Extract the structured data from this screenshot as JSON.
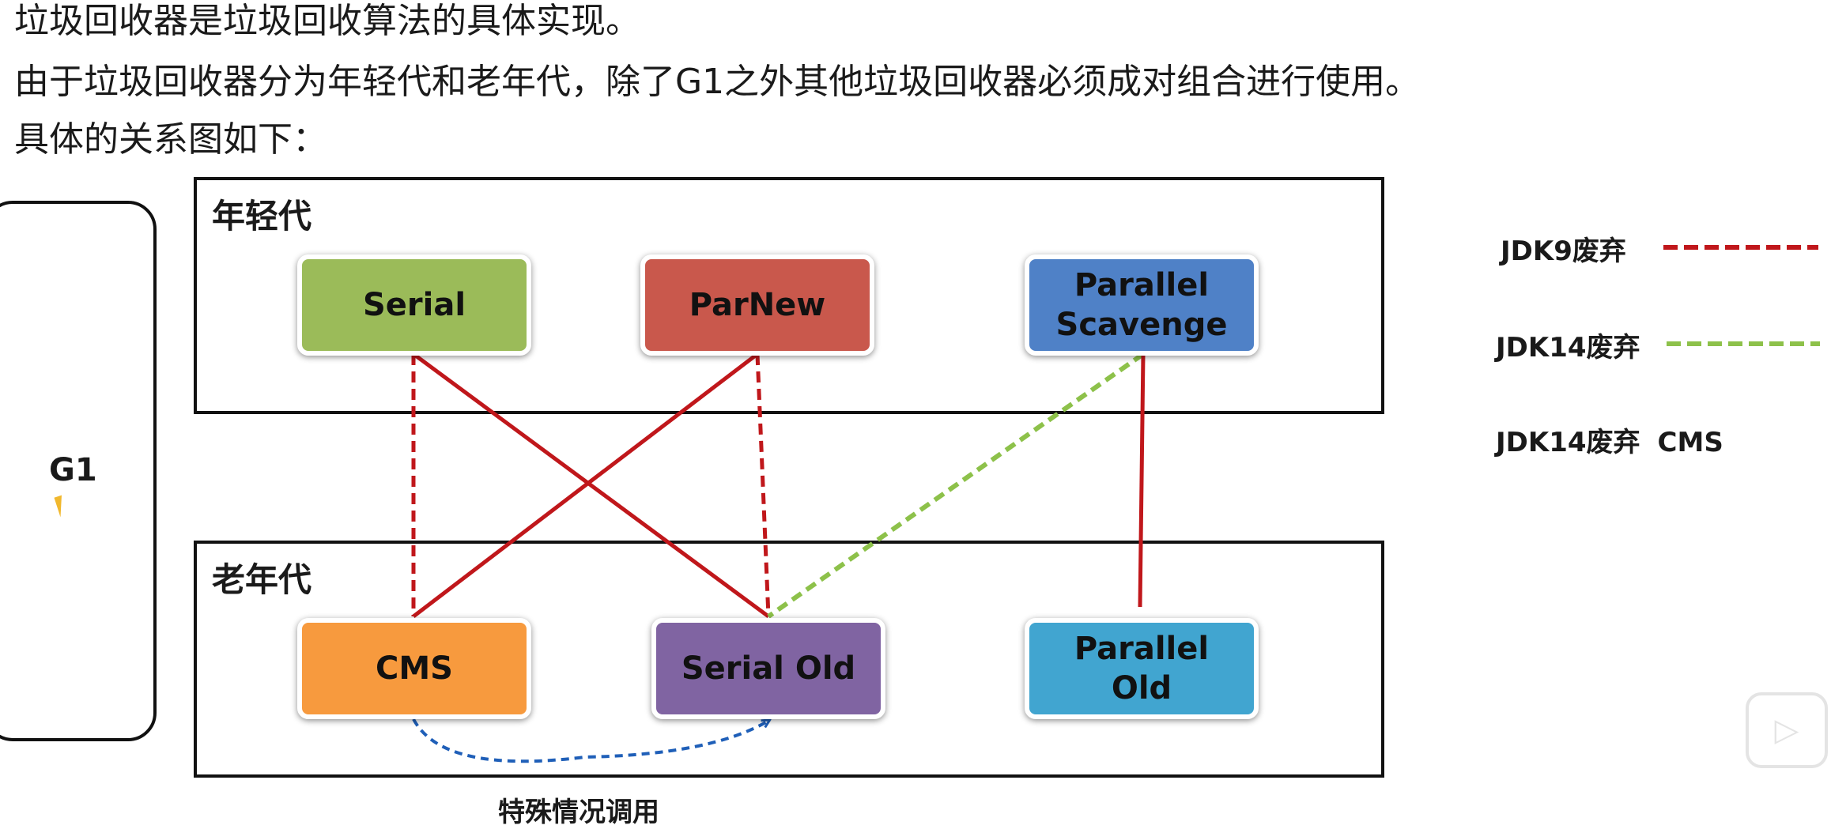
{
  "intro": {
    "line1": "垃圾回收器是垃圾回收算法的具体实现。",
    "line2": "由于垃圾回收器分为年轻代和老年代，除了G1之外其他垃圾回收器必须成对组合进行使用。",
    "line3": "具体的关系图如下："
  },
  "young_generation": {
    "title": "年轻代",
    "collectors": [
      {
        "name": "Serial",
        "color": "#9bbb59"
      },
      {
        "name": "ParNew",
        "color": "#c9584c"
      },
      {
        "name": "Parallel Scavenge",
        "line1": "Parallel",
        "line2": "Scavenge",
        "color": "#4f81c7"
      }
    ]
  },
  "old_generation": {
    "title": "老年代",
    "collectors": [
      {
        "name": "CMS",
        "color": "#f79a3e"
      },
      {
        "name": "Serial Old",
        "color": "#8064a2"
      },
      {
        "name": "Parallel Old",
        "line1": "Parallel",
        "line2": "Old",
        "color": "#41a5d0"
      }
    ]
  },
  "g1": {
    "label": "G1"
  },
  "special_case_label": "特殊情况调用",
  "legend": {
    "jdk9": {
      "label": "JDK9废弃",
      "color": "#c0171b",
      "style": "dashed"
    },
    "jdk14": {
      "label": "JDK14废弃",
      "color": "#8dc14a",
      "style": "dashed"
    },
    "jdk14_cms": {
      "label": "JDK14废弃",
      "collector": "CMS"
    }
  },
  "connections": [
    {
      "from": "Serial",
      "to": "CMS",
      "style": "dashed",
      "color": "#c0171b"
    },
    {
      "from": "Serial",
      "to": "Serial Old",
      "style": "solid",
      "color": "#c0171b"
    },
    {
      "from": "ParNew",
      "to": "CMS",
      "style": "solid",
      "color": "#c0171b"
    },
    {
      "from": "ParNew",
      "to": "Serial Old",
      "style": "dashed",
      "color": "#c0171b"
    },
    {
      "from": "Parallel Scavenge",
      "to": "Serial Old",
      "style": "dashed",
      "color": "#8dc14a"
    },
    {
      "from": "Parallel Scavenge",
      "to": "Parallel Old",
      "style": "solid",
      "color": "#c0171b"
    },
    {
      "from": "CMS",
      "to": "Serial Old",
      "style": "dashed-arrow",
      "color": "#1f5fb8"
    }
  ]
}
